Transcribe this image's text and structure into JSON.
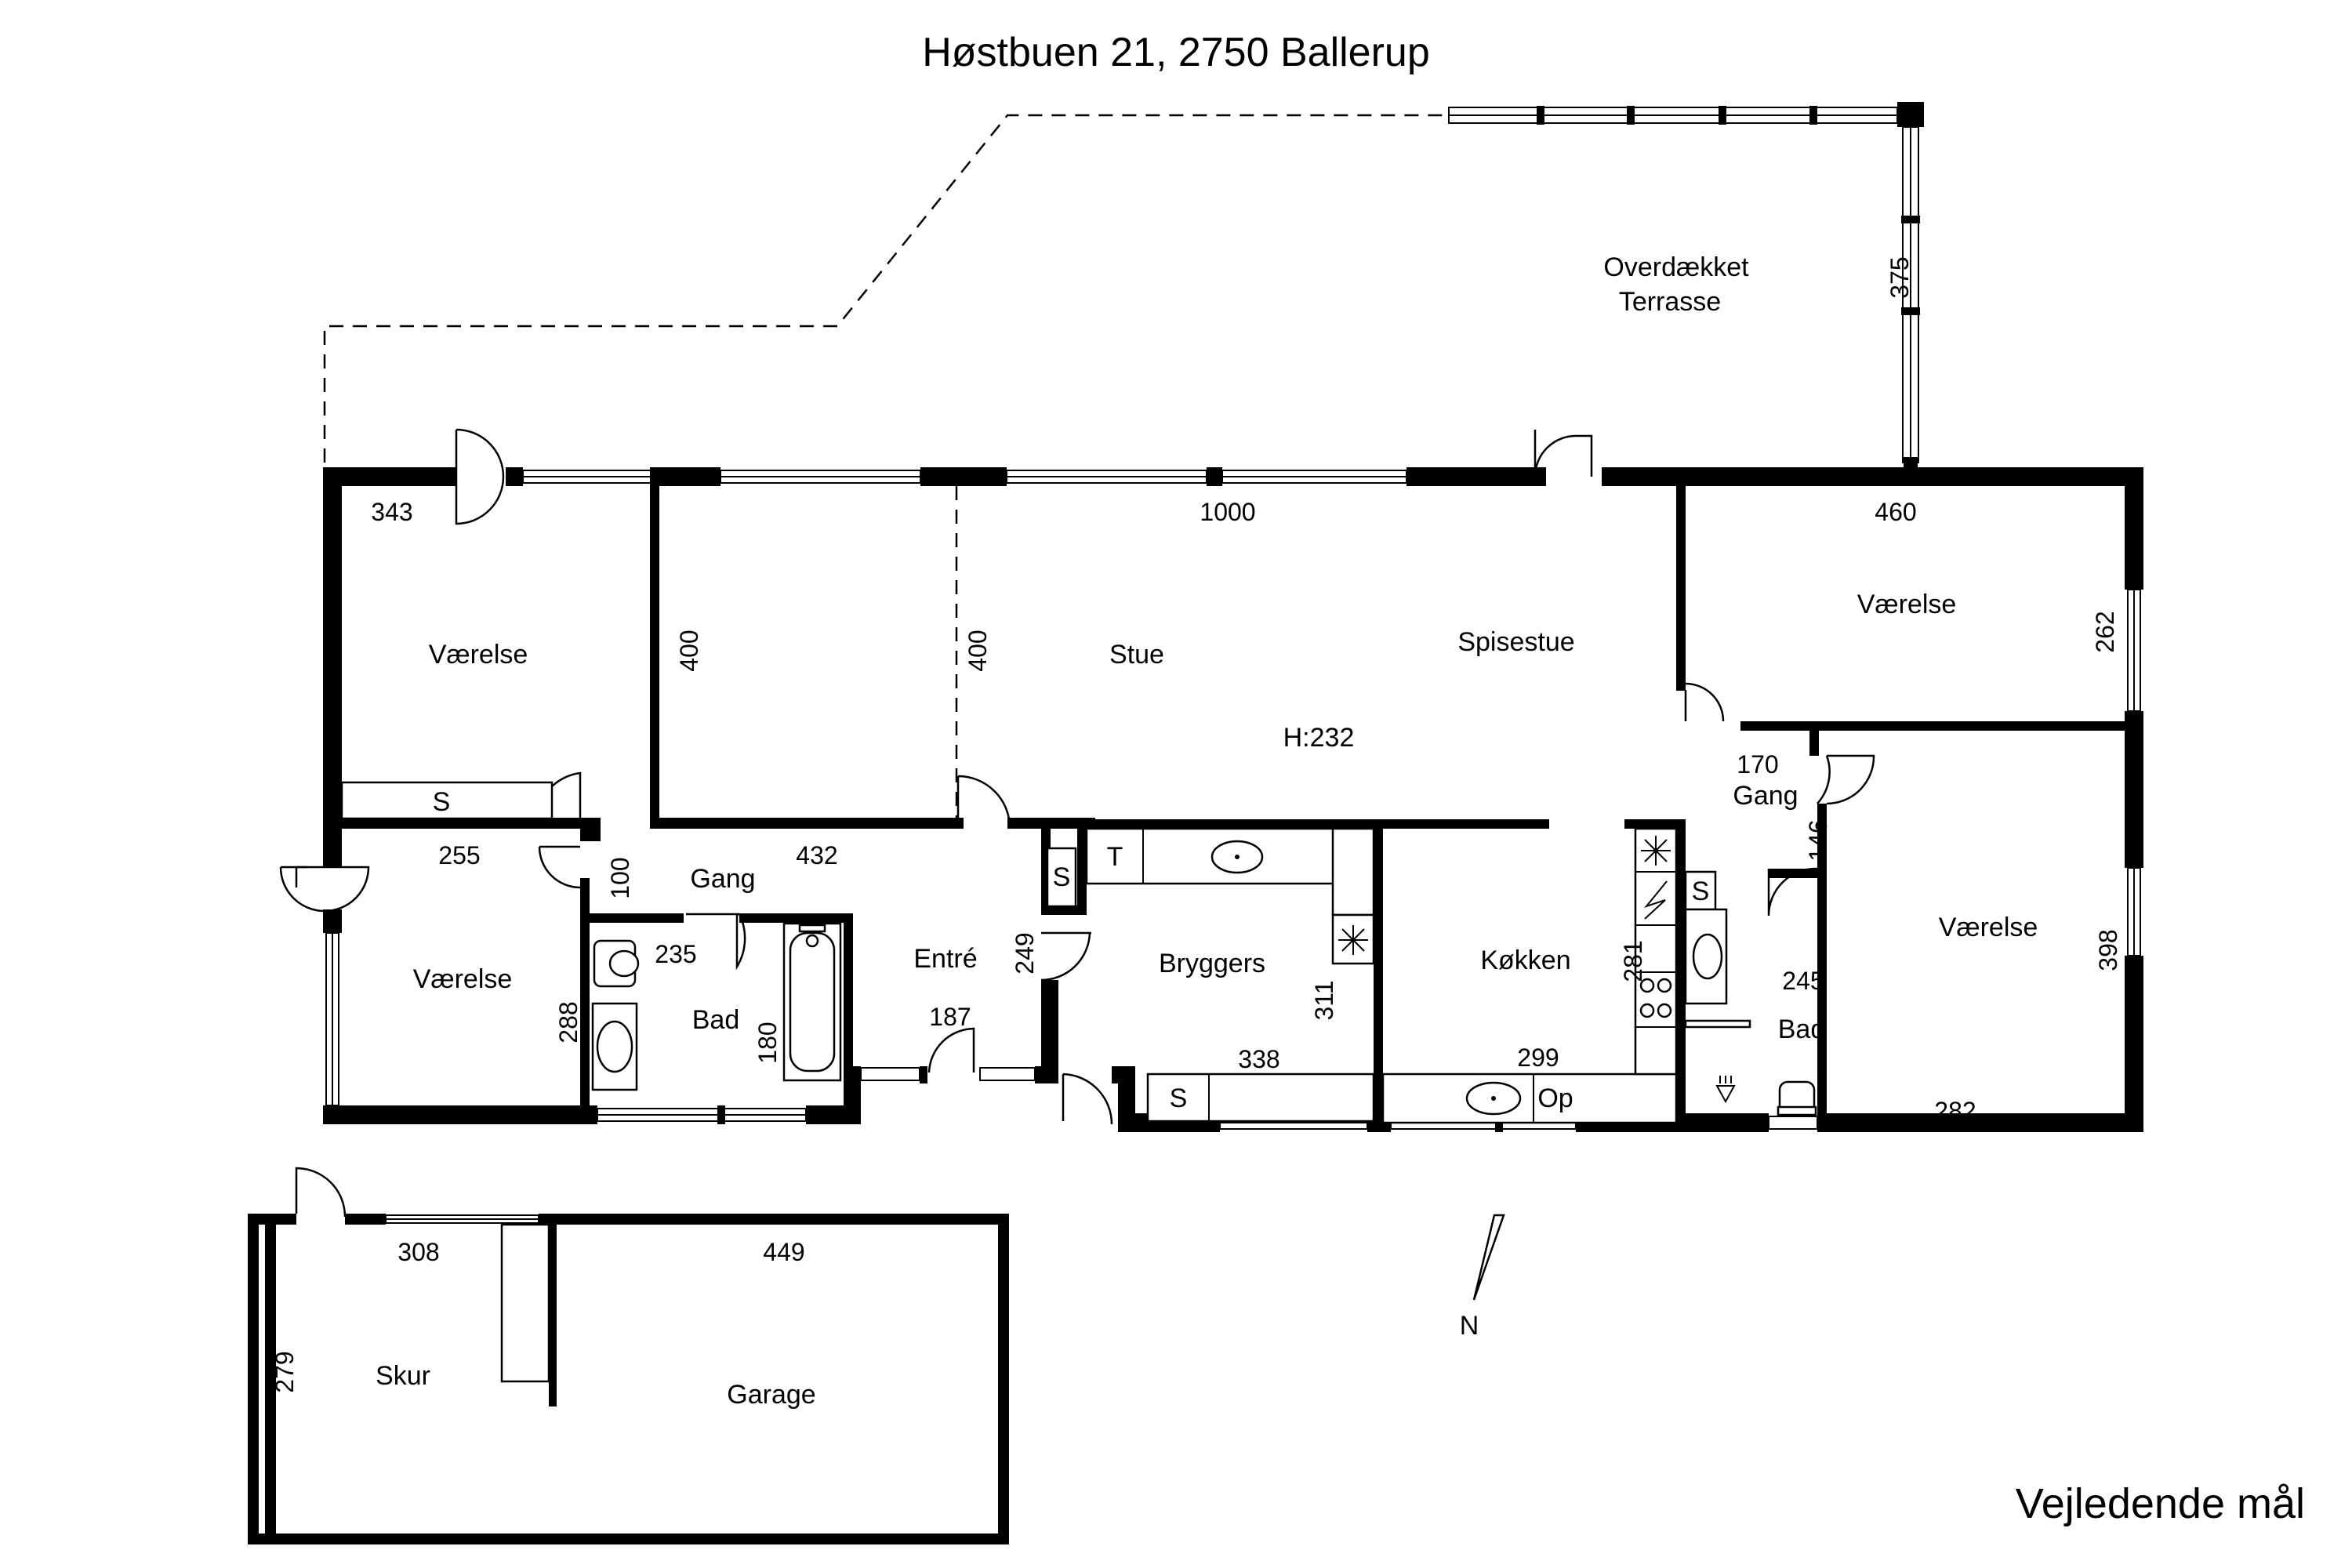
{
  "title": "Høstbuen 21, 2750 Ballerup",
  "note": "Vejledende mål",
  "rooms": {
    "terrace_line1": "Overdækket",
    "terrace_line2": "Terrasse",
    "vaerelse_nw": "Værelse",
    "stue": "Stue",
    "spisestue": "Spisestue",
    "height": "H:232",
    "vaerelse_ne": "Værelse",
    "gang_east": "Gang",
    "vaerelse_se": "Værelse",
    "gang_west": "Gang",
    "vaerelse_sw": "Værelse",
    "bad_west": "Bad",
    "entre": "Entré",
    "bryggers": "Bryggers",
    "koekken": "Køkken",
    "bad_east": "Bad",
    "skur": "Skur",
    "garage": "Garage"
  },
  "fixtures": {
    "s_nw": "S",
    "s_bryggers": "S",
    "t_bryggers": "T",
    "s_bryggers_south": "S",
    "op_koekken": "Op",
    "s_bad_east": "S"
  },
  "dims": {
    "d375": "375",
    "d343": "343",
    "d1000": "1000",
    "d460": "460",
    "d400a": "400",
    "d400b": "400",
    "d262": "262",
    "d170": "170",
    "d146": "146",
    "d255": "255",
    "d100": "100",
    "d432": "432",
    "d235": "235",
    "d249": "249",
    "d288": "288",
    "d180": "180",
    "d187": "187",
    "d311": "311",
    "d281": "281",
    "d245": "245",
    "d398": "398",
    "d338": "338",
    "d299": "299",
    "d282": "282",
    "d308": "308",
    "d449": "449",
    "d279": "279"
  },
  "compass": {
    "north": "N"
  }
}
